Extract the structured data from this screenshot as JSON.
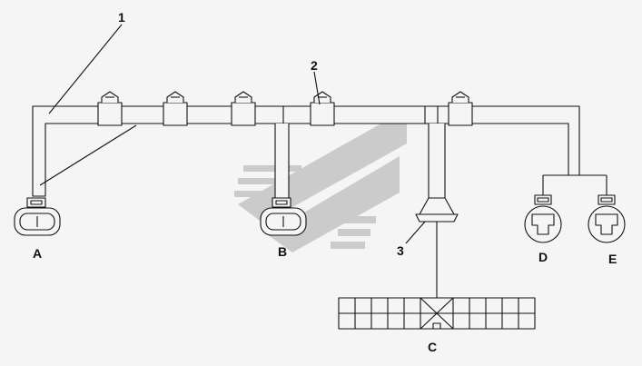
{
  "callouts": {
    "n1": "1",
    "n2": "2",
    "n3": "3"
  },
  "connectors": {
    "a": "A",
    "b": "B",
    "c": "C",
    "d": "D",
    "e": "E"
  },
  "colors": {
    "line": "#111111",
    "watermark": "#b9b9b9",
    "background": "#f5f5f5"
  },
  "watermark_icon": "stylized-chevron-logo"
}
